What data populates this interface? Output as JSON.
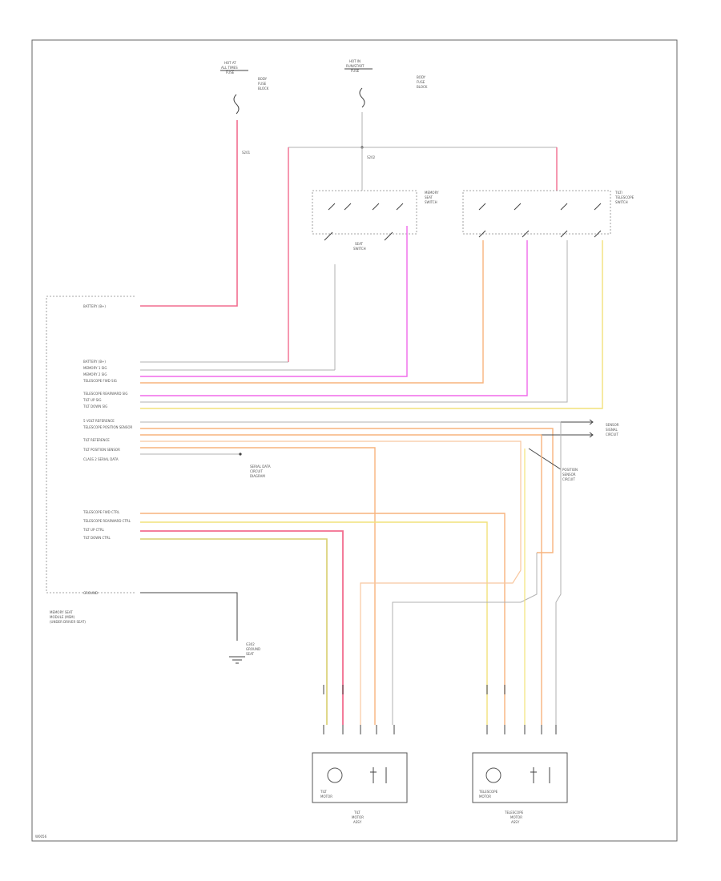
{
  "labels": {
    "fuse_block_a": [
      "HOT AT",
      "ALL TIMES",
      "FUSE"
    ],
    "fuse_block_b": [
      "HOT IN",
      "RUN/START",
      "FUSE"
    ],
    "fuse_notes_a": [
      "BODY",
      "FUSE",
      "BLOCK"
    ],
    "fuse_notes_b": [
      "BODY",
      "FUSE",
      "BLOCK"
    ],
    "splice_a": "S201",
    "splice_b": "S202",
    "memory_switch": [
      "MEMORY",
      "SEAT",
      "SWITCH"
    ],
    "seat_switch": [
      "SEAT",
      "SWITCH"
    ],
    "column_switch": [
      "TILT/",
      "TELESCOPE",
      "SWITCH"
    ],
    "module_pins": [
      "BATTERY (B+)",
      "BATTERY (B+)",
      "MEMORY 1 SIG",
      "MEMORY 2 SIG",
      "TELESCOPE FWD SIG",
      "TELESCOPE REARWARD SIG",
      "TILT UP SIG",
      "TILT DOWN SIG",
      "5 VOLT REFERENCE",
      "TELESCOPE POSITION SENSOR",
      "TILT REFERENCE",
      "TILT POSITION SENSOR",
      "CLASS 2 SERIAL DATA",
      "TELESCOPE FWD CTRL",
      "TELESCOPE REARWARD CTRL",
      "TILT UP CTRL",
      "TILT DOWN CTRL",
      "GROUND"
    ],
    "module_name": [
      "MEMORY SEAT",
      "MODULE (MSM)",
      "(UNDER DRIVER SEAT)"
    ],
    "data_link": [
      "SERIAL DATA",
      "CIRCUIT",
      "DIAGRAM"
    ],
    "sensor_note": [
      "SENSOR",
      "SIGNAL",
      "CIRCUIT"
    ],
    "position_sensor": [
      "POSITION",
      "SENSOR",
      "CIRCUIT"
    ],
    "ground_note": [
      "G302",
      "GROUND",
      "SEAT"
    ],
    "motor_tilt": [
      "TILT",
      "MOTOR"
    ],
    "motor_tele": [
      "TELESCOPE",
      "MOTOR"
    ],
    "tilt_assy": [
      "TILT",
      "MOTOR",
      "ASSY"
    ],
    "tele_assy": [
      "TELESCOPE",
      "MOTOR",
      "ASSY"
    ],
    "footer": "W0056"
  },
  "colors": {
    "pink": "#f26d8f",
    "magenta": "#f06aea",
    "orange": "#f7b37d",
    "yellow": "#f2e27a",
    "gray": "#b0b0b0",
    "olive": "#d9cf6e",
    "light_orange": "#f8c8a0"
  }
}
